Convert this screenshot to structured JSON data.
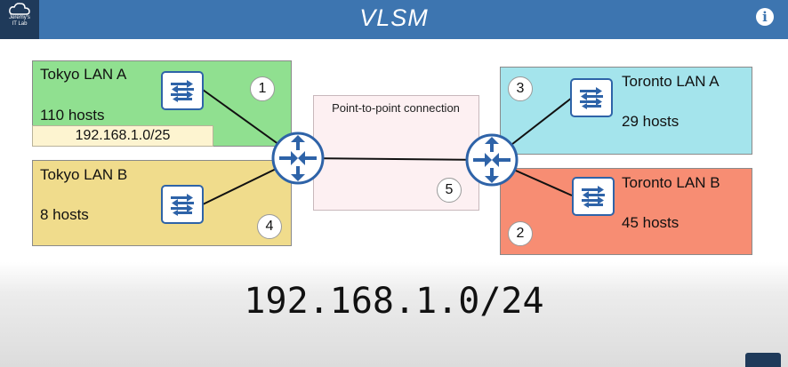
{
  "header": {
    "title": "VLSM",
    "logo_line1": "Jeremy's",
    "logo_line2": "IT Lab",
    "info_label": "i"
  },
  "networks": {
    "tokyo_a": {
      "name": "Tokyo LAN A",
      "hosts": "110 hosts",
      "subnet": "192.168.1.0/25",
      "number": "1",
      "color": "#90e090"
    },
    "tokyo_b": {
      "name": "Tokyo LAN B",
      "hosts": "8 hosts",
      "number": "4",
      "color": "#f0dc8c"
    },
    "toronto_a": {
      "name": "Toronto LAN A",
      "hosts": "29 hosts",
      "number": "3",
      "color": "#a4e4ec"
    },
    "toronto_b": {
      "name": "Toronto LAN B",
      "hosts": "45 hosts",
      "number": "2",
      "color": "#f78d73"
    },
    "p2p": {
      "name": "Point-to-point connection",
      "number": "5",
      "color": "#fdf0f2"
    }
  },
  "main_network": "192.168.1.0/24",
  "colors": {
    "header": "#3d75b0",
    "device_blue": "#2e63a8"
  },
  "icons": [
    "switch-icon",
    "router-icon",
    "info-icon",
    "cloud-logo-icon"
  ]
}
